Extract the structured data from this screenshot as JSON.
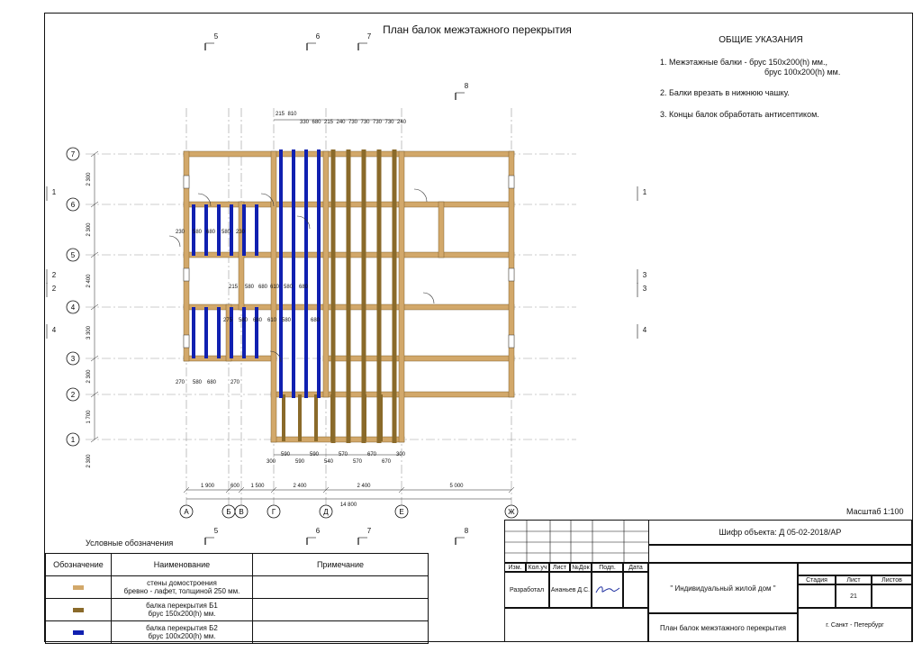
{
  "title": "План балок межэтажного перекрытия",
  "general_notes": {
    "heading": "ОБЩИЕ УКАЗАНИЯ",
    "items": [
      "1. Межэтажные балки  - брус 150x200(h) мм.,",
      "брус 100x200(h) мм.",
      "2. Балки врезать в нижнюю чашку.",
      "3. Концы балок  обработать антисептиком."
    ]
  },
  "scale": "Масштаб 1:100",
  "axes": {
    "rows": [
      "7",
      "6",
      "5",
      "4",
      "3",
      "2",
      "1"
    ],
    "columns": [
      "А",
      "Б",
      "В",
      "Г",
      "Д",
      "Е",
      "Ж"
    ]
  },
  "row_spacings": [
    "2 300",
    "2 300",
    "2 400",
    "3 300",
    "2 300",
    "1 700",
    "2 300"
  ],
  "column_spacings": [
    "1 900",
    "600",
    "1 500",
    "2 400",
    "2 400",
    "5 000"
  ],
  "overall_dimension": "14 800",
  "top_dimensions": [
    "215",
    "810",
    "330",
    "680",
    "215",
    "240",
    "730",
    "730",
    "730",
    "730",
    "240"
  ],
  "room_dimensions": [
    "230",
    "580",
    "680",
    "580",
    "230",
    "215",
    "580",
    "680",
    "610",
    "580",
    "680",
    "275",
    "580",
    "680",
    "610",
    "580",
    "680",
    "270",
    "580",
    "680",
    "270"
  ],
  "bottom_dimensions": [
    "300",
    "590",
    "590",
    "590",
    "540",
    "570",
    "570",
    "670",
    "670",
    "300"
  ],
  "section_markers": [
    "5",
    "6",
    "7",
    "8",
    "1",
    "1",
    "2",
    "3",
    "2",
    "3",
    "4",
    "4",
    "5",
    "6",
    "7",
    "8"
  ],
  "legend": {
    "title": "Условные обозначения",
    "headers": [
      "Обозначение",
      "Наименование",
      "Примечание"
    ],
    "rows": [
      {
        "color": "#d2a86a",
        "name_line1": "стены домостроения",
        "name_line2": "бревно - лафет, толщиной 250 мм.",
        "note": ""
      },
      {
        "color": "#8a6a2a",
        "name_line1": "балка перекрытия Б1",
        "name_line2": "брус 150x200(h) мм.",
        "note": ""
      },
      {
        "color": "#1020b0",
        "name_line1": "балка перекрытия Б2",
        "name_line2": "брус 100x200(h) мм.",
        "note": ""
      }
    ]
  },
  "stamp": {
    "code": "Шифр объекта: Д 05-02-2018/АР",
    "columns": [
      "Изм.",
      "Кол.уч",
      "Лист",
      "№Док",
      "Подп.",
      "Дата"
    ],
    "developed_label": "Разработал",
    "developer": "Ананьев Д.С.",
    "project": "\" Индивидуальный жилой дом \"",
    "stage_label": "Стадия",
    "sheet_label": "Лист",
    "sheets_label": "Листов",
    "sheet_number": "21",
    "drawing_name": "План балок межэтажного перекрытия",
    "city": "г. Санкт - Петербург"
  }
}
